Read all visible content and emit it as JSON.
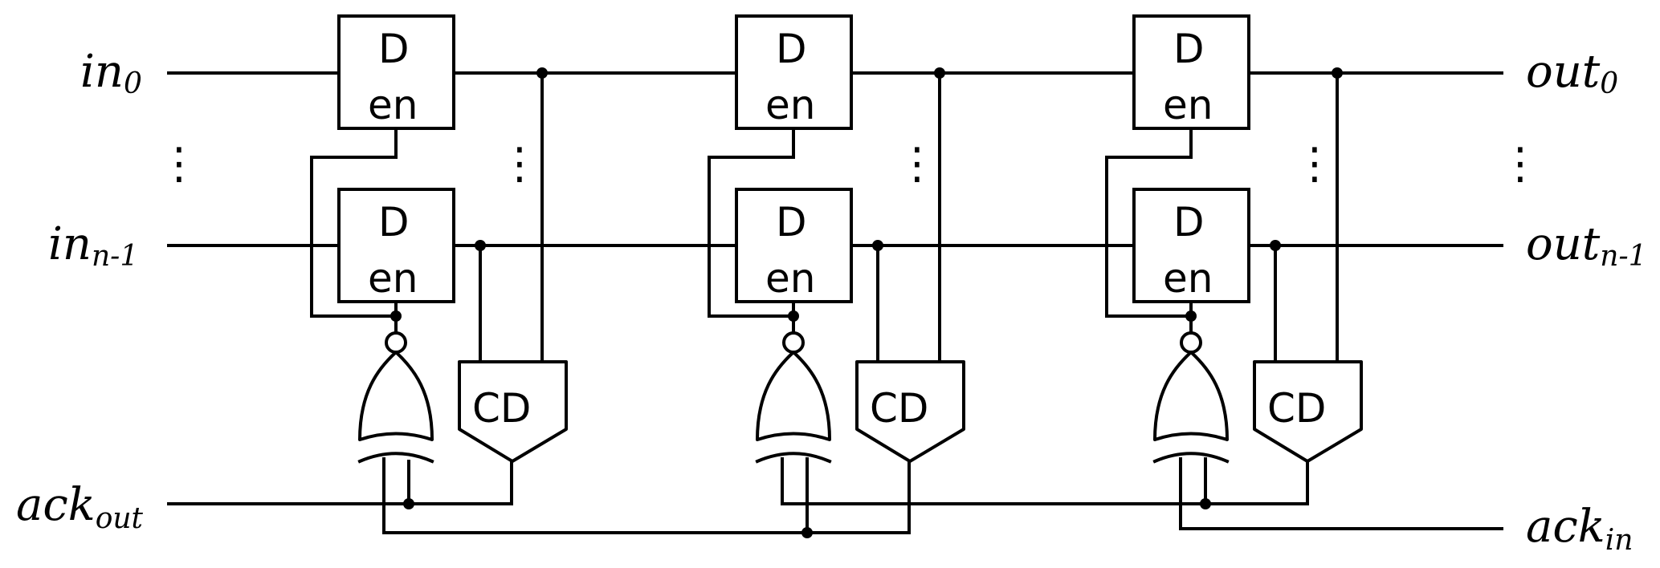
{
  "labels": {
    "in0": {
      "main": "in",
      "sub": "0"
    },
    "in_n1": {
      "main": "in",
      "sub": "n-1"
    },
    "out0": {
      "main": "out",
      "sub": "0"
    },
    "out_n1": {
      "main": "out",
      "sub": "n-1"
    },
    "ack_out": {
      "main": "ack",
      "sub": "out"
    },
    "ack_in": {
      "main": "ack",
      "sub": "in"
    }
  },
  "flipflop": {
    "d_label": "D",
    "en_label": "en"
  },
  "completion_detector": {
    "label": "CD"
  },
  "ellipsis": "⋮"
}
